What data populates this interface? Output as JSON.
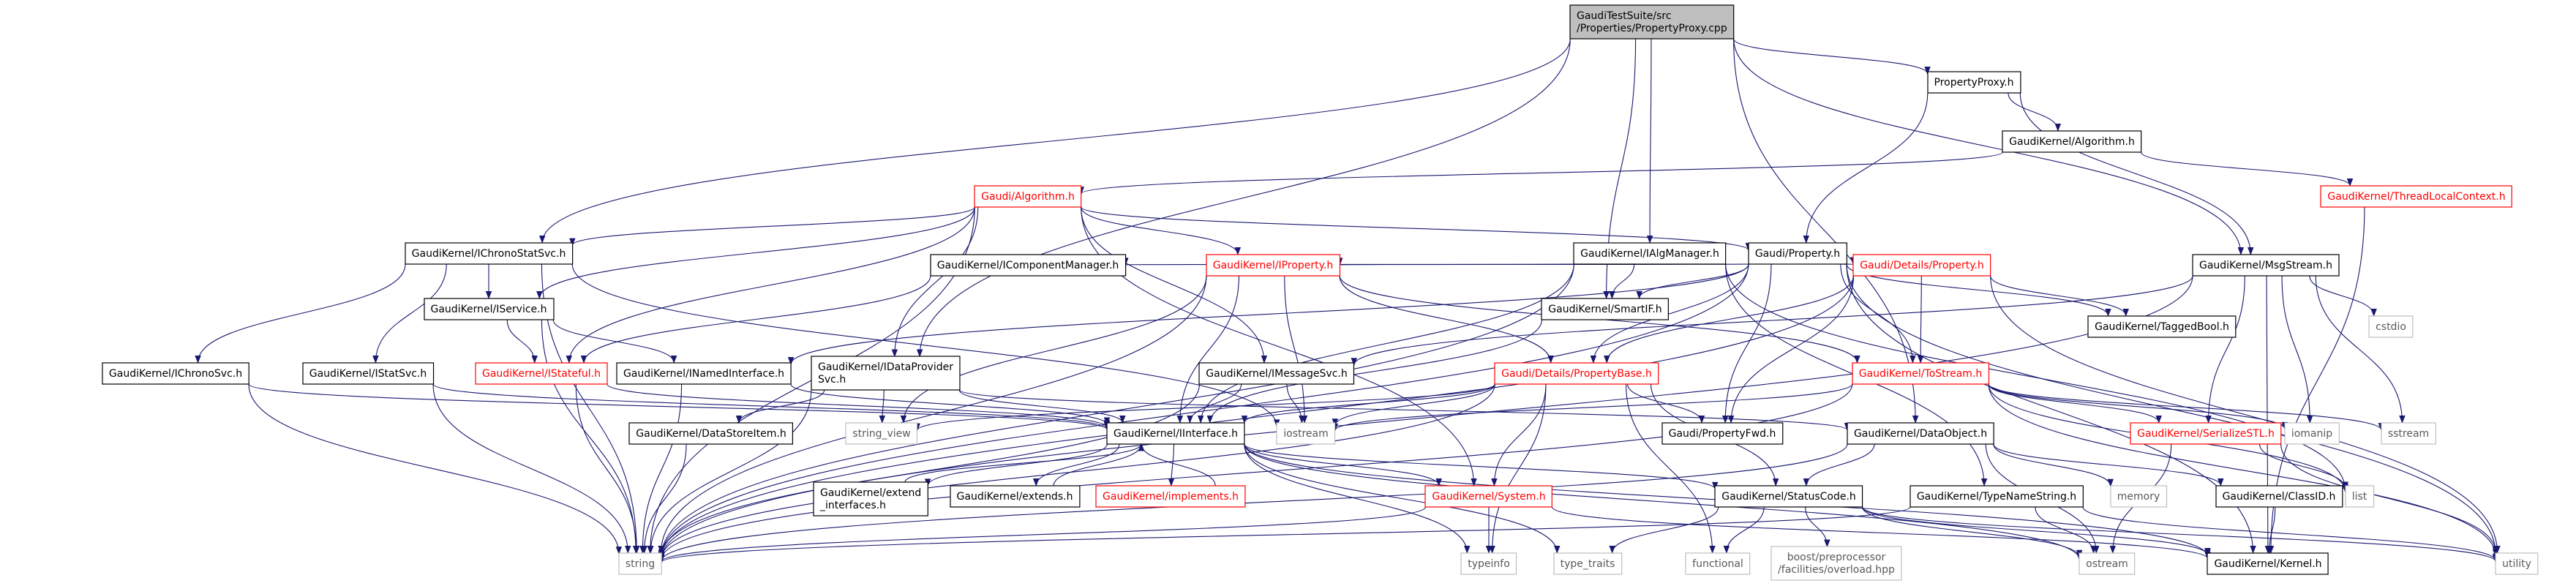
{
  "colors": {
    "root_fill": "#bfbfbf",
    "normal_stroke": "#000000",
    "incomplete_stroke": "#ff0000",
    "system_stroke": "#bfbfbf",
    "system_text": "#595959",
    "incomplete_text": "#ff0000",
    "edge": "#191970"
  },
  "nodes": [
    {
      "id": "root",
      "lines": [
        "GaudiTestSuite/src",
        "/Properties/PropertyProxy.cpp"
      ],
      "kind": "root"
    },
    {
      "id": "proxy_h",
      "lines": [
        "PropertyProxy.h"
      ],
      "kind": "normal"
    },
    {
      "id": "k_algorithm",
      "lines": [
        "GaudiKernel/Algorithm.h"
      ],
      "kind": "normal"
    },
    {
      "id": "k_threadlocal",
      "lines": [
        "GaudiKernel/ThreadLocalContext.h"
      ],
      "kind": "incomplete"
    },
    {
      "id": "g_algorithm",
      "lines": [
        "Gaudi/Algorithm.h"
      ],
      "kind": "incomplete"
    },
    {
      "id": "k_ichronostat",
      "lines": [
        "GaudiKernel/IChronoStatSvc.h"
      ],
      "kind": "normal"
    },
    {
      "id": "k_ialgmanager",
      "lines": [
        "GaudiKernel/IAlgManager.h"
      ],
      "kind": "normal"
    },
    {
      "id": "g_property",
      "lines": [
        "Gaudi/Property.h"
      ],
      "kind": "normal"
    },
    {
      "id": "k_msgstream",
      "lines": [
        "GaudiKernel/MsgStream.h"
      ],
      "kind": "normal"
    },
    {
      "id": "k_icomponentmgr",
      "lines": [
        "GaudiKernel/IComponentManager.h"
      ],
      "kind": "normal"
    },
    {
      "id": "k_iproperty",
      "lines": [
        "GaudiKernel/IProperty.h"
      ],
      "kind": "incomplete"
    },
    {
      "id": "k_smartif",
      "lines": [
        "GaudiKernel/SmartIF.h"
      ],
      "kind": "normal"
    },
    {
      "id": "g_details_property",
      "lines": [
        "Gaudi/Details/Property.h"
      ],
      "kind": "incomplete"
    },
    {
      "id": "k_taggedbool",
      "lines": [
        "GaudiKernel/TaggedBool.h"
      ],
      "kind": "normal"
    },
    {
      "id": "k_iservice",
      "lines": [
        "GaudiKernel/IService.h"
      ],
      "kind": "normal"
    },
    {
      "id": "k_ichronosvc",
      "lines": [
        "GaudiKernel/IChronoSvc.h"
      ],
      "kind": "normal"
    },
    {
      "id": "k_istatsvc",
      "lines": [
        "GaudiKernel/IStatSvc.h"
      ],
      "kind": "normal"
    },
    {
      "id": "k_istateful",
      "lines": [
        "GaudiKernel/IStateful.h"
      ],
      "kind": "incomplete"
    },
    {
      "id": "k_inamed",
      "lines": [
        "GaudiKernel/INamedInterface.h"
      ],
      "kind": "normal"
    },
    {
      "id": "k_idataprovider",
      "lines": [
        "GaudiKernel/IDataProvider",
        "Svc.h"
      ],
      "kind": "normal"
    },
    {
      "id": "k_imessagesvc",
      "lines": [
        "GaudiKernel/IMessageSvc.h"
      ],
      "kind": "normal"
    },
    {
      "id": "g_propertybase",
      "lines": [
        "Gaudi/Details/PropertyBase.h"
      ],
      "kind": "incomplete"
    },
    {
      "id": "k_tostream",
      "lines": [
        "GaudiKernel/ToStream.h"
      ],
      "kind": "incomplete"
    },
    {
      "id": "cstdio",
      "lines": [
        "cstdio"
      ],
      "kind": "system"
    },
    {
      "id": "k_datastoreitem",
      "lines": [
        "GaudiKernel/DataStoreItem.h"
      ],
      "kind": "normal"
    },
    {
      "id": "string_view",
      "lines": [
        "string_view"
      ],
      "kind": "system"
    },
    {
      "id": "k_iinterface",
      "lines": [
        "GaudiKernel/IInterface.h"
      ],
      "kind": "normal"
    },
    {
      "id": "iostream",
      "lines": [
        "iostream"
      ],
      "kind": "system"
    },
    {
      "id": "g_propertyfwd",
      "lines": [
        "Gaudi/PropertyFwd.h"
      ],
      "kind": "normal"
    },
    {
      "id": "k_dataobject",
      "lines": [
        "GaudiKernel/DataObject.h"
      ],
      "kind": "normal"
    },
    {
      "id": "k_serializestl",
      "lines": [
        "GaudiKernel/SerializeSTL.h"
      ],
      "kind": "incomplete"
    },
    {
      "id": "iomanip",
      "lines": [
        "iomanip"
      ],
      "kind": "system"
    },
    {
      "id": "sstream",
      "lines": [
        "sstream"
      ],
      "kind": "system"
    },
    {
      "id": "k_extend_interfaces",
      "lines": [
        "GaudiKernel/extend",
        "_interfaces.h"
      ],
      "kind": "normal"
    },
    {
      "id": "k_extends",
      "lines": [
        "GaudiKernel/extends.h"
      ],
      "kind": "normal"
    },
    {
      "id": "k_implements",
      "lines": [
        "GaudiKernel/implements.h"
      ],
      "kind": "incomplete"
    },
    {
      "id": "k_system",
      "lines": [
        "GaudiKernel/System.h"
      ],
      "kind": "incomplete"
    },
    {
      "id": "k_statuscode",
      "lines": [
        "GaudiKernel/StatusCode.h"
      ],
      "kind": "normal"
    },
    {
      "id": "k_typenamestring",
      "lines": [
        "GaudiKernel/TypeNameString.h"
      ],
      "kind": "normal"
    },
    {
      "id": "memory",
      "lines": [
        "memory"
      ],
      "kind": "system"
    },
    {
      "id": "k_classid",
      "lines": [
        "GaudiKernel/ClassID.h"
      ],
      "kind": "normal"
    },
    {
      "id": "list",
      "lines": [
        "list"
      ],
      "kind": "system"
    },
    {
      "id": "string",
      "lines": [
        "string"
      ],
      "kind": "system"
    },
    {
      "id": "typeinfo",
      "lines": [
        "typeinfo"
      ],
      "kind": "system"
    },
    {
      "id": "type_traits",
      "lines": [
        "type_traits"
      ],
      "kind": "system"
    },
    {
      "id": "functional",
      "lines": [
        "functional"
      ],
      "kind": "system"
    },
    {
      "id": "boost_overload",
      "lines": [
        "boost/preprocessor",
        "/facilities/overload.hpp"
      ],
      "kind": "system"
    },
    {
      "id": "ostream",
      "lines": [
        "ostream"
      ],
      "kind": "system"
    },
    {
      "id": "k_kernel",
      "lines": [
        "GaudiKernel/Kernel.h"
      ],
      "kind": "normal"
    },
    {
      "id": "utility",
      "lines": [
        "utility"
      ],
      "kind": "system"
    }
  ],
  "edges": [
    [
      "root",
      "proxy_h"
    ],
    [
      "root",
      "k_ichronostat"
    ],
    [
      "root",
      "k_ialgmanager"
    ],
    [
      "root",
      "k_msgstream"
    ],
    [
      "root",
      "k_smartif"
    ],
    [
      "root",
      "k_idataprovider"
    ],
    [
      "root",
      "k_dataobject"
    ],
    [
      "proxy_h",
      "k_algorithm"
    ],
    [
      "proxy_h",
      "g_property"
    ],
    [
      "proxy_h",
      "k_msgstream"
    ],
    [
      "k_algorithm",
      "g_algorithm"
    ],
    [
      "k_algorithm",
      "k_threadlocal"
    ],
    [
      "k_threadlocal",
      "k_kernel"
    ],
    [
      "g_algorithm",
      "k_ichronostat"
    ],
    [
      "g_algorithm",
      "g_property"
    ],
    [
      "g_algorithm",
      "k_iproperty"
    ],
    [
      "g_algorithm",
      "k_iservice"
    ],
    [
      "g_algorithm",
      "k_istateful"
    ],
    [
      "g_algorithm",
      "k_idataprovider"
    ],
    [
      "g_algorithm",
      "k_imessagesvc"
    ],
    [
      "g_algorithm",
      "k_system"
    ],
    [
      "g_algorithm",
      "string"
    ],
    [
      "k_ichronostat",
      "k_iservice"
    ],
    [
      "k_ichronostat",
      "k_ichronosvc"
    ],
    [
      "k_ichronostat",
      "k_istatsvc"
    ],
    [
      "k_ichronostat",
      "iostream"
    ],
    [
      "k_ichronostat",
      "string"
    ],
    [
      "k_ialgmanager",
      "k_icomponentmgr"
    ],
    [
      "k_ialgmanager",
      "k_smartif"
    ],
    [
      "k_ialgmanager",
      "k_iinterface"
    ],
    [
      "k_ialgmanager",
      "k_typenamestring"
    ],
    [
      "k_ialgmanager",
      "list"
    ],
    [
      "k_ialgmanager",
      "string"
    ],
    [
      "g_property",
      "k_iproperty"
    ],
    [
      "g_property",
      "k_smartif"
    ],
    [
      "g_property",
      "g_details_property"
    ],
    [
      "g_property",
      "k_taggedbool"
    ],
    [
      "g_property",
      "g_propertybase"
    ],
    [
      "g_property",
      "k_tostream"
    ],
    [
      "g_property",
      "g_propertyfwd"
    ],
    [
      "g_property",
      "k_kernel"
    ],
    [
      "g_property",
      "k_inamed"
    ],
    [
      "g_property",
      "string"
    ],
    [
      "g_property",
      "utility"
    ],
    [
      "k_msgstream",
      "k_imessagesvc"
    ],
    [
      "k_msgstream",
      "k_serializestl"
    ],
    [
      "k_msgstream",
      "cstdio"
    ],
    [
      "k_msgstream",
      "iomanip"
    ],
    [
      "k_msgstream",
      "sstream"
    ],
    [
      "k_msgstream",
      "string"
    ],
    [
      "k_msgstream",
      "k_kernel"
    ],
    [
      "k_icomponentmgr",
      "k_istateful"
    ],
    [
      "k_iproperty",
      "k_iinterface"
    ],
    [
      "k_iproperty",
      "g_propertybase"
    ],
    [
      "k_iproperty",
      "iostream"
    ],
    [
      "k_iproperty",
      "string_view"
    ],
    [
      "k_iproperty",
      "string"
    ],
    [
      "k_iproperty",
      "k_tostream"
    ],
    [
      "k_smartif",
      "k_iinterface"
    ],
    [
      "g_details_property",
      "g_propertybase"
    ],
    [
      "g_details_property",
      "k_tostream"
    ],
    [
      "g_details_property",
      "k_taggedbool"
    ],
    [
      "g_details_property",
      "g_propertyfwd"
    ],
    [
      "g_details_property",
      "string"
    ],
    [
      "g_details_property",
      "utility"
    ],
    [
      "k_iservice",
      "k_istateful"
    ],
    [
      "k_iservice",
      "k_inamed"
    ],
    [
      "k_iservice",
      "string"
    ],
    [
      "k_ichronosvc",
      "k_iinterface"
    ],
    [
      "k_ichronosvc",
      "string"
    ],
    [
      "k_istatsvc",
      "k_iinterface"
    ],
    [
      "k_istatsvc",
      "string"
    ],
    [
      "k_istateful",
      "k_iinterface"
    ],
    [
      "k_istateful",
      "string"
    ],
    [
      "k_inamed",
      "k_iinterface"
    ],
    [
      "k_inamed",
      "string"
    ],
    [
      "k_idataprovider",
      "k_iinterface"
    ],
    [
      "k_idataprovider",
      "k_datastoreitem"
    ],
    [
      "k_idataprovider",
      "string_view"
    ],
    [
      "k_idataprovider",
      "string"
    ],
    [
      "k_idataprovider",
      "k_dataobject"
    ],
    [
      "k_imessagesvc",
      "k_iinterface"
    ],
    [
      "k_imessagesvc",
      "iostream"
    ],
    [
      "k_imessagesvc",
      "string"
    ],
    [
      "g_propertybase",
      "k_iinterface"
    ],
    [
      "g_propertybase",
      "k_system"
    ],
    [
      "g_propertybase",
      "k_statuscode"
    ],
    [
      "g_propertybase",
      "g_propertyfwd"
    ],
    [
      "g_propertybase",
      "string"
    ],
    [
      "g_propertybase",
      "string_view"
    ],
    [
      "g_propertybase",
      "typeinfo"
    ],
    [
      "g_propertybase",
      "functional"
    ],
    [
      "g_propertybase",
      "iostream"
    ],
    [
      "k_tostream",
      "k_serializestl"
    ],
    [
      "k_tostream",
      "iostream"
    ],
    [
      "k_tostream",
      "iomanip"
    ],
    [
      "k_tostream",
      "sstream"
    ],
    [
      "k_tostream",
      "string"
    ],
    [
      "k_tostream",
      "list"
    ],
    [
      "k_tostream",
      "utility"
    ],
    [
      "k_datastoreitem",
      "string"
    ],
    [
      "k_iinterface",
      "k_system"
    ],
    [
      "k_iinterface",
      "k_statuscode"
    ],
    [
      "k_iinterface",
      "k_kernel"
    ],
    [
      "k_iinterface",
      "k_extend_interfaces"
    ],
    [
      "k_iinterface",
      "k_extends"
    ],
    [
      "k_iinterface",
      "k_implements"
    ],
    [
      "k_iinterface",
      "typeinfo"
    ],
    [
      "k_iinterface",
      "type_traits"
    ],
    [
      "k_iinterface",
      "ostream"
    ],
    [
      "k_extend_interfaces",
      "k_iinterface"
    ],
    [
      "k_extends",
      "k_iinterface"
    ],
    [
      "k_implements",
      "k_iinterface"
    ],
    [
      "k_dataobject",
      "k_classid"
    ],
    [
      "k_dataobject",
      "k_statuscode"
    ],
    [
      "k_dataobject",
      "memory"
    ],
    [
      "k_dataobject",
      "ostream"
    ],
    [
      "k_dataobject",
      "string"
    ],
    [
      "k_serializestl",
      "list"
    ],
    [
      "k_serializestl",
      "ostream"
    ],
    [
      "k_serializestl",
      "utility"
    ],
    [
      "k_system",
      "k_kernel"
    ],
    [
      "k_system",
      "typeinfo"
    ],
    [
      "k_system",
      "string"
    ],
    [
      "k_statuscode",
      "boost_overload"
    ],
    [
      "k_statuscode",
      "functional"
    ],
    [
      "k_statuscode",
      "ostream"
    ],
    [
      "k_statuscode",
      "type_traits"
    ],
    [
      "k_statuscode",
      "utility"
    ],
    [
      "k_statuscode",
      "k_kernel"
    ],
    [
      "k_typenamestring",
      "ostream"
    ],
    [
      "k_typenamestring",
      "string"
    ],
    [
      "k_typenamestring",
      "utility"
    ],
    [
      "k_classid",
      "k_kernel"
    ]
  ]
}
